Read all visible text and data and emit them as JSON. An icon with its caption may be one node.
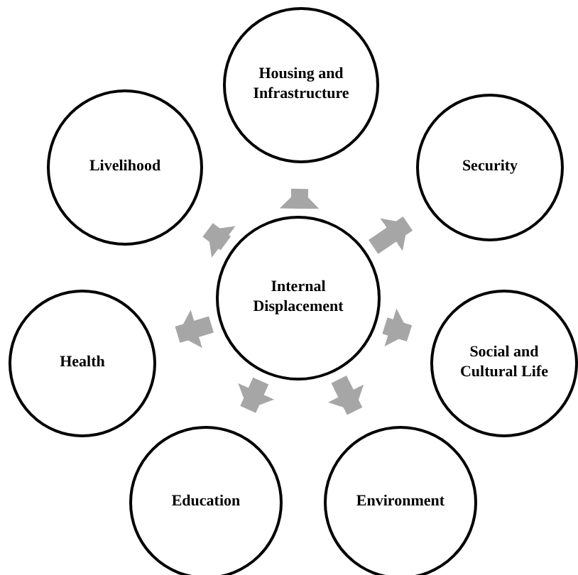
{
  "diagram": {
    "nodes": [
      {
        "text": [
          "Internal Displacement"
        ]
      },
      {
        "text": [
          "Housing and Infrastructure"
        ]
      },
      {
        "text": [
          "Security"
        ]
      },
      {
        "text": [
          "Social and Cultural Life"
        ]
      },
      {
        "text": [
          "Environment"
        ]
      },
      {
        "text": [
          "Education"
        ]
      },
      {
        "text": [
          "Health"
        ]
      },
      {
        "text": [
          "Livelihood"
        ]
      }
    ],
    "edges": [
      {
        "from": 0,
        "to": 1,
        "arrow": "to"
      },
      {
        "from": 0,
        "to": 2,
        "arrow": "to"
      },
      {
        "from": 0,
        "to": 3,
        "arrow": "to"
      },
      {
        "from": 0,
        "to": 4,
        "arrow": "to"
      },
      {
        "from": 0,
        "to": 5,
        "arrow": "to"
      },
      {
        "from": 0,
        "to": 6,
        "arrow": "to"
      },
      {
        "from": 0,
        "to": 7,
        "arrow": "to"
      }
    ]
  }
}
